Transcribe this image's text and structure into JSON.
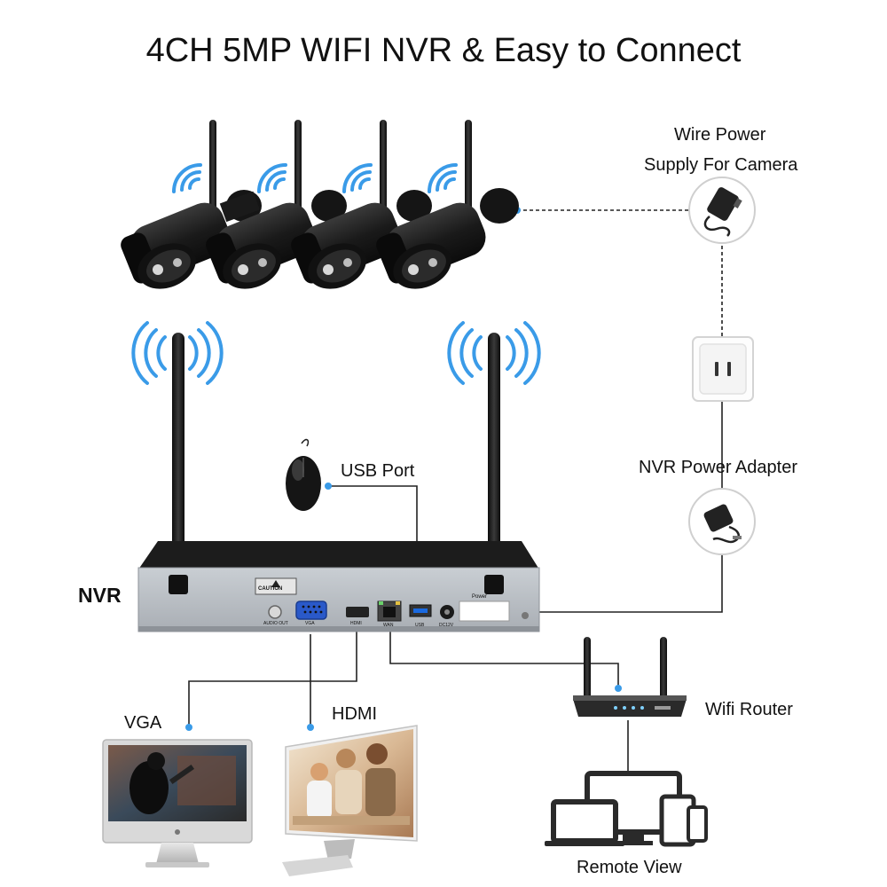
{
  "title": "4CH 5MP WIFI NVR & Easy to Connect",
  "labels": {
    "wire_power_line1": "Wire Power",
    "wire_power_line2": "Supply For Camera",
    "usb_port": "USB Port",
    "nvr_power_adapter": "NVR Power Adapter",
    "nvr": "NVR",
    "vga": "VGA",
    "hdmi": "HDMI",
    "wifi_router": "Wifi Router",
    "remote_view": "Remote View"
  },
  "nvr_panel": {
    "caution": "CAUTION",
    "audio_out": "AUDIO OUT",
    "vga_port": "VGA",
    "hdmi_port": "HDMI",
    "wan_port": "WAN",
    "usb_port": "USB",
    "dc_port": "DC12V",
    "power": "Power"
  },
  "colors": {
    "connector": "#222222",
    "dot": "#3a9be8",
    "wifi_wave": "#3a9be8",
    "device_body": "#1d1d1d",
    "panel": "#b9bec4"
  },
  "icons": [
    "wifi-icon",
    "camera-icon",
    "adapter-icon",
    "wall-outlet-icon",
    "mouse-icon",
    "router-icon",
    "monitor-icon",
    "laptop-icon",
    "phone-icon",
    "tablet-icon"
  ]
}
